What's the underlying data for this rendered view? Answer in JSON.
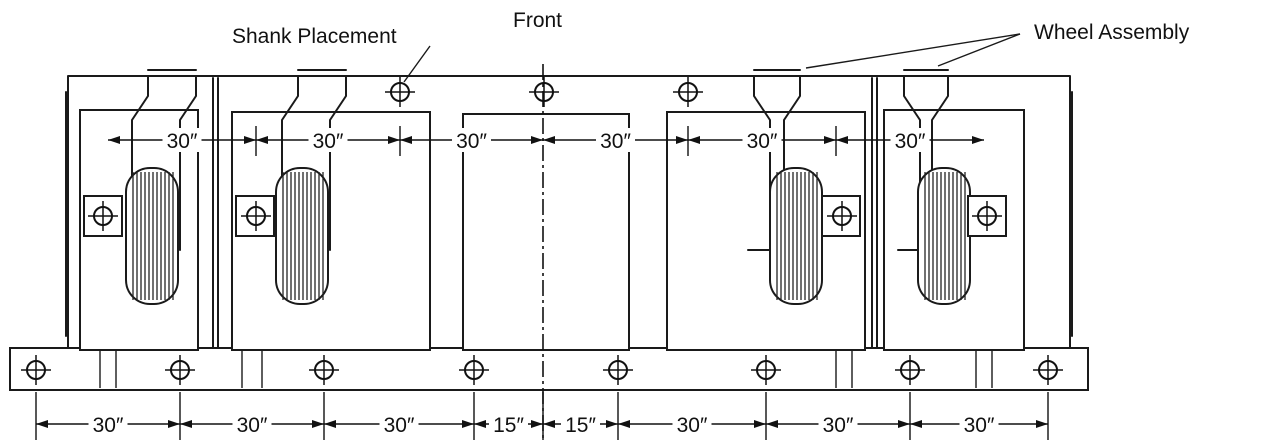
{
  "labels": {
    "shank_placement": "Shank Placement",
    "front": "Front",
    "wheel_assembly": "Wheel Assembly"
  },
  "upper_dimensions": [
    "30″",
    "30″",
    "30″",
    "30″",
    "30″",
    "30″"
  ],
  "bottom_dimensions": [
    "30″",
    "30″",
    "30″",
    "15″",
    "15″",
    "30″",
    "30″",
    "30″"
  ],
  "icons": {
    "shank_mount": "circle-crosshair-icon",
    "wheel": "ribbed-tire-icon"
  }
}
